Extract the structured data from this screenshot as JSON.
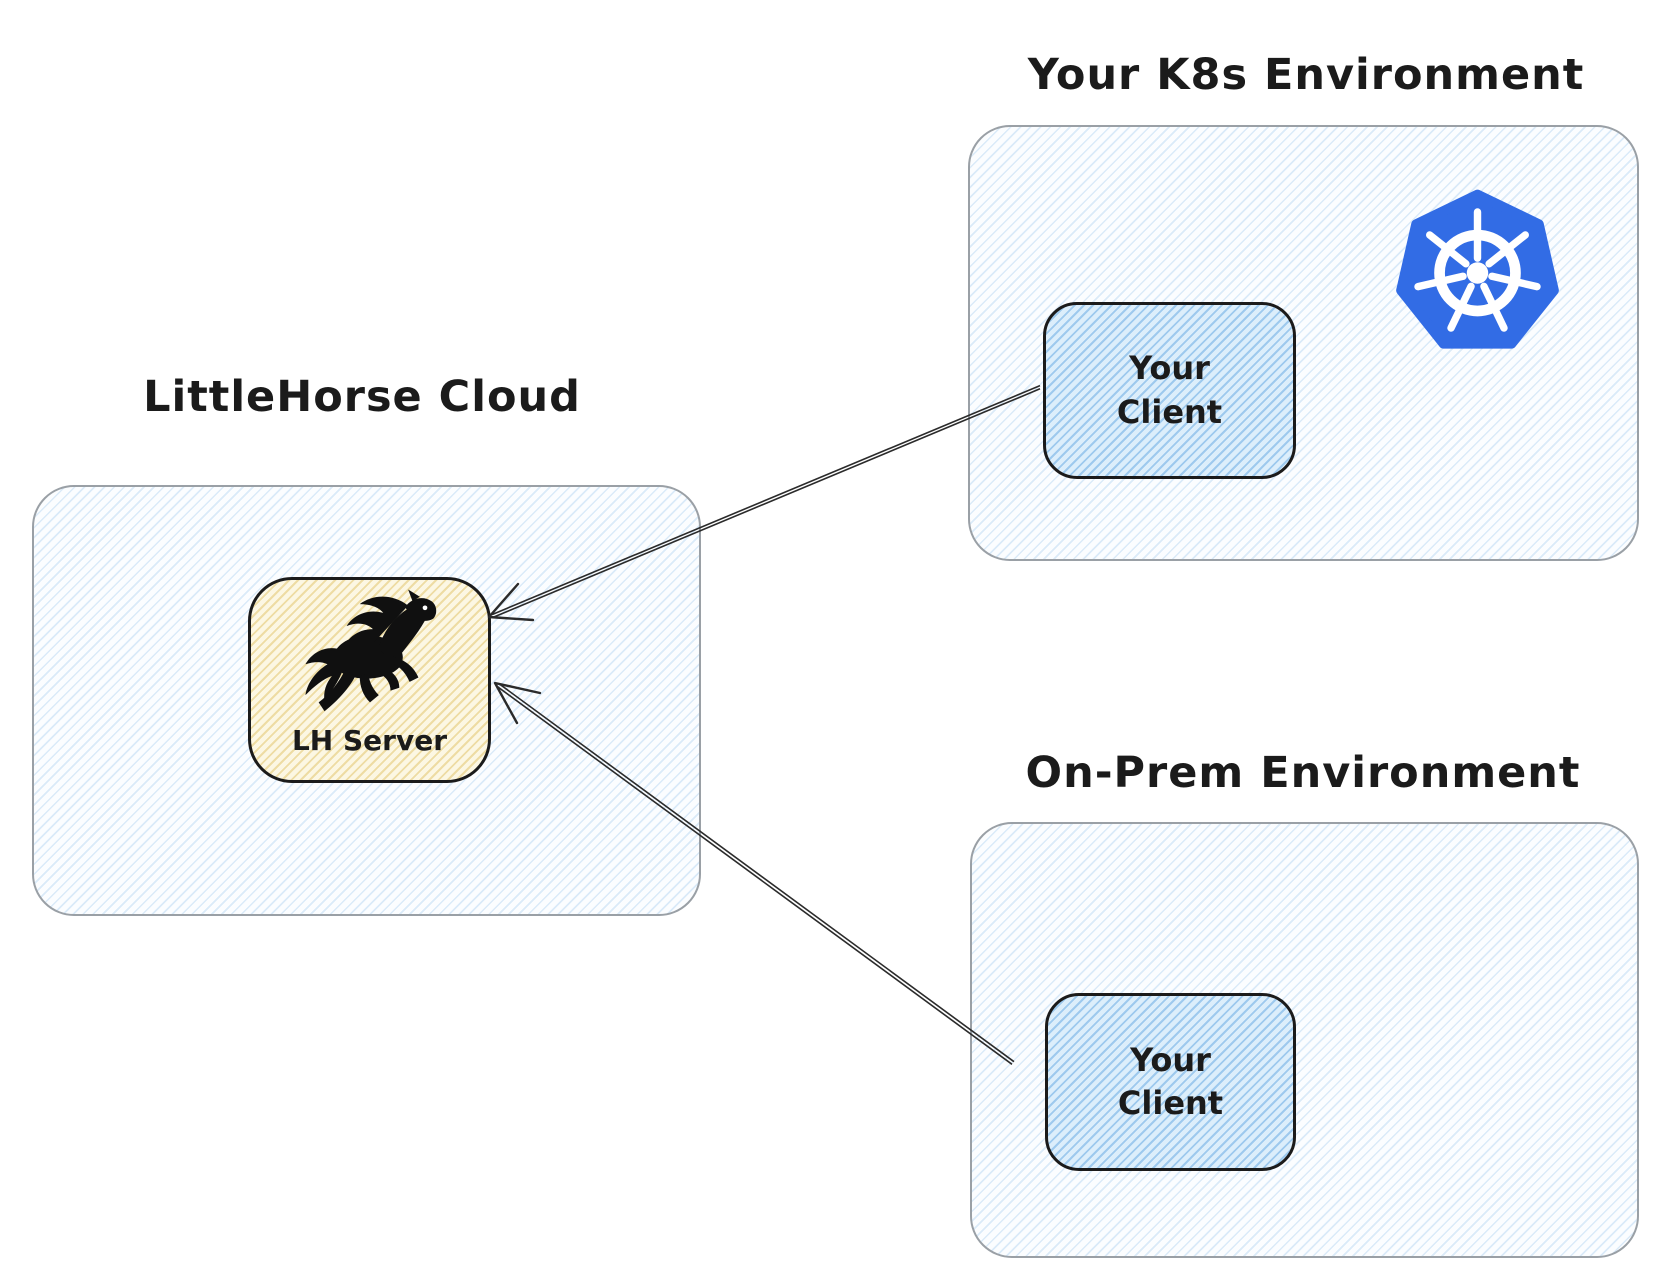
{
  "nodes": {
    "lh_cloud": {
      "title": "LittleHorse Cloud"
    },
    "lh_server": {
      "label": "LH Server"
    },
    "k8s_env": {
      "title": "Your K8s Environment"
    },
    "k8s_client": {
      "line1": "Your",
      "line2": "Client"
    },
    "onprem_env": {
      "title": "On-Prem Environment"
    },
    "onprem_client": {
      "line1": "Your",
      "line2": "Client"
    }
  },
  "edges": [
    {
      "from": "k8s-client",
      "to": "lh-server",
      "style": "arrow"
    },
    {
      "from": "onprem-client",
      "to": "lh-server",
      "style": "arrow"
    }
  ],
  "icons": {
    "kubernetes": "kubernetes-logo",
    "horse": "littlehorse-horse-icon"
  },
  "colors": {
    "kubernetes_blue": "#326CE5",
    "environment_border": "#9aa0a6",
    "node_border": "#1b1b1b",
    "client_fill": "#dceefb",
    "server_fill": "#fcf7e3",
    "hatch_blue": "#8fc0ea",
    "hatch_yellow": "#e2c66f",
    "text": "#1b1b1b",
    "background": "#ffffff"
  }
}
